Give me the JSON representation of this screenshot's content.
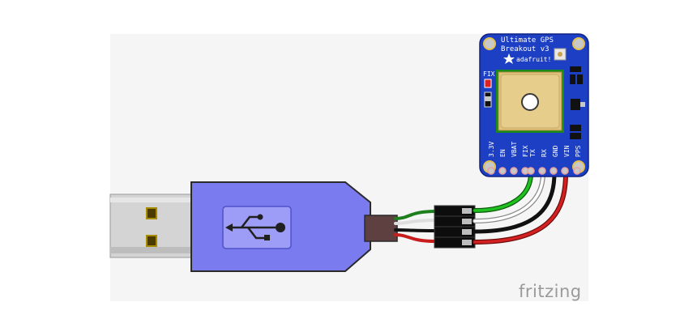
{
  "board": {
    "title_line1": "Ultimate GPS",
    "title_line2": "Breakout v3",
    "maker": "adafruit!",
    "fix_label": "FIX",
    "pins": [
      "3.3V",
      "EN",
      "VBAT",
      "FIX",
      "TX",
      "RX",
      "GND",
      "VIN",
      "PPS"
    ]
  },
  "watermark": "fritzing",
  "colors": {
    "canvas": "#f5f5f5",
    "usb_body": "#7b7bf0",
    "usb_outline": "#2b2b2b",
    "usb_plug": "#d6d6d6",
    "pcb": "#1c3fc4",
    "module": "#e0c27a",
    "wire_green": "#21a021",
    "wire_white": "#f2f2f2",
    "wire_black": "#111111",
    "wire_red": "#c81d1d"
  },
  "icons": [
    "usb-icon",
    "gps-antenna-icon",
    "adafruit-star-icon"
  ]
}
